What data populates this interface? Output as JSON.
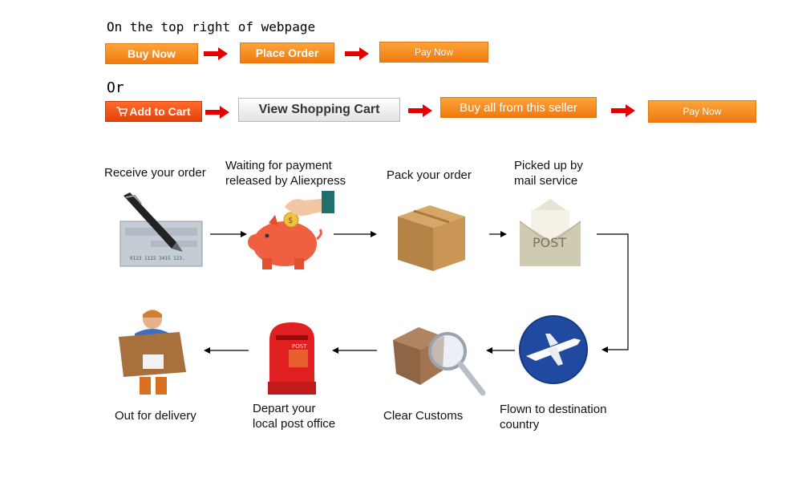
{
  "header": {
    "line1": "On the top right of webpage",
    "or": "Or"
  },
  "row1": {
    "buy_now": "Buy Now",
    "place_order": "Place Order",
    "pay_now": "Pay Now"
  },
  "row2": {
    "add_to_cart": "Add to Cart",
    "view_cart": "View Shopping Cart",
    "buy_all": "Buy all from this seller",
    "pay_now": "Pay Now"
  },
  "steps": {
    "receive": "Receive your order",
    "waiting_l1": "Waiting for payment",
    "waiting_l2": "released by Aliexpress",
    "pack": "Pack your order",
    "picked_l1": "Picked up by",
    "picked_l2": "mail service",
    "flown_l1": "Flown to destination",
    "flown_l2": "country",
    "customs": "Clear Customs",
    "depart_l1": "Depart your",
    "depart_l2": "local post office",
    "delivery": "Out for delivery"
  },
  "icon_text": {
    "post_envelope": "POST",
    "post_box": "POST",
    "check_number": "0123 1122 3415 123."
  },
  "colors": {
    "orange": "#f5901f",
    "red_button": "#e9490d",
    "arrow_red": "#e50000"
  }
}
